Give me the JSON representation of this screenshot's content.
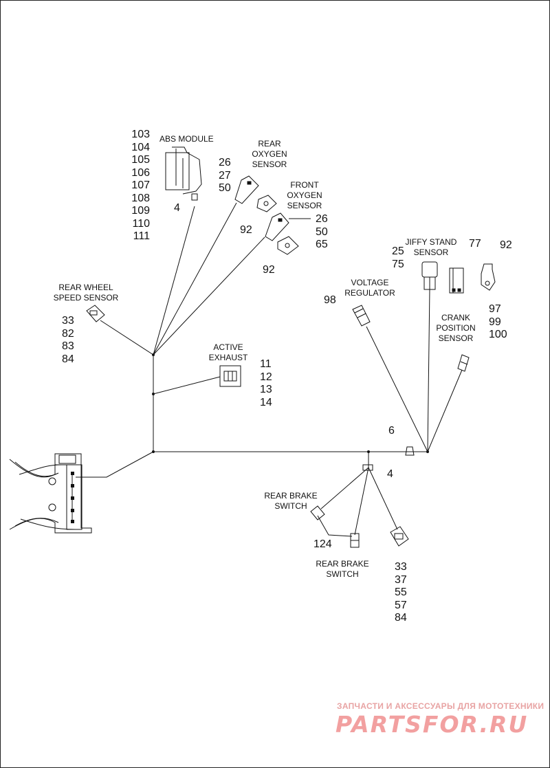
{
  "labels": {
    "abs_module": "ABS MODULE",
    "rear_oxygen_sensor": [
      "REAR",
      "OXYGEN",
      "SENSOR"
    ],
    "front_oxygen_sensor": [
      "FRONT",
      "OXYGEN",
      "SENSOR"
    ],
    "rear_wheel_speed_sensor": [
      "REAR WHEEL",
      "SPEED SENSOR"
    ],
    "active_exhaust": [
      "ACTIVE",
      "EXHAUST"
    ],
    "jiffy_stand_sensor": [
      "JIFFY STAND",
      "SENSOR"
    ],
    "voltage_regulator": [
      "VOLTAGE",
      "REGULATOR"
    ],
    "crank_position_sensor": [
      "CRANK",
      "POSITION",
      "SENSOR"
    ],
    "rear_brake_switch_upper": [
      "REAR BRAKE",
      "SWITCH"
    ],
    "rear_brake_switch_lower": [
      "REAR BRAKE",
      "SWITCH"
    ]
  },
  "callouts": {
    "abs_module": [
      "103",
      "104",
      "105",
      "106",
      "107",
      "108",
      "109",
      "110",
      "111"
    ],
    "abs_clip": "4",
    "rear_oxygen": [
      "26",
      "27",
      "50"
    ],
    "rear_oxygen_bracket": "92",
    "front_oxygen": [
      "26",
      "50",
      "65"
    ],
    "front_oxygen_bracket": "92",
    "rear_wheel_speed": [
      "33",
      "82",
      "83",
      "84"
    ],
    "active_exhaust": [
      "11",
      "12",
      "13",
      "14"
    ],
    "jiffy_stand": [
      "25",
      "75"
    ],
    "jiffy_item_77": "77",
    "jiffy_item_92": "92",
    "voltage_regulator": "98",
    "crank_position": [
      "97",
      "99",
      "100"
    ],
    "clip_6": "6",
    "clip_4": "4",
    "rear_brake_124": "124",
    "rear_brake_connector": [
      "33",
      "37",
      "55",
      "57",
      "84"
    ]
  },
  "watermark": {
    "tagline": "ЗАПЧАСТИ И АКСЕССУАРЫ ДЛЯ МОТОТЕХНИКИ",
    "logo": "PARTSFOR.RU"
  }
}
